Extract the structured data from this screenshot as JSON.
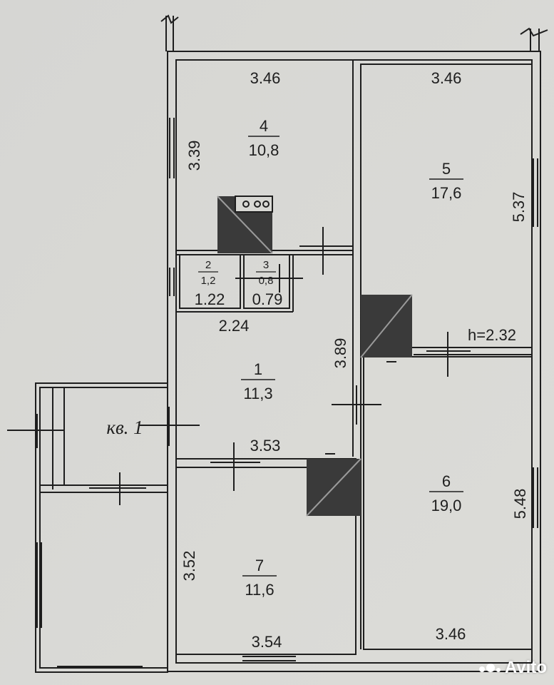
{
  "plan": {
    "rooms": [
      {
        "id": "room-4",
        "number": "4",
        "area": "10,8"
      },
      {
        "id": "room-5",
        "number": "5",
        "area": "17,6"
      },
      {
        "id": "room-2",
        "number": "2",
        "area": "1,2"
      },
      {
        "id": "room-3",
        "number": "3",
        "area": "0,8"
      },
      {
        "id": "room-1",
        "number": "1",
        "area": "11,3"
      },
      {
        "id": "room-6",
        "number": "6",
        "area": "19,0"
      },
      {
        "id": "room-7",
        "number": "7",
        "area": "11,6"
      }
    ],
    "dimensions": {
      "room4_top": "3.46",
      "room4_left": "3.39",
      "room5_top": "3.46",
      "room5_right": "5.37",
      "room2_width": "1.22",
      "room3_width": "0.79",
      "room1_top": "2.24",
      "room1_right": "3.89",
      "room1_bottom": "3.53",
      "ceiling_height": "h=2.32",
      "room6_right": "5.48",
      "room6_bottom": "3.46",
      "room7_left": "3.52",
      "room7_bottom": "3.54"
    },
    "apartment_label": "кв. 1"
  },
  "watermark": {
    "text": "Avito"
  },
  "colors": {
    "paper": "#d9d9d5",
    "ink": "#1e1e1e",
    "stove": "#3a3a3a"
  }
}
